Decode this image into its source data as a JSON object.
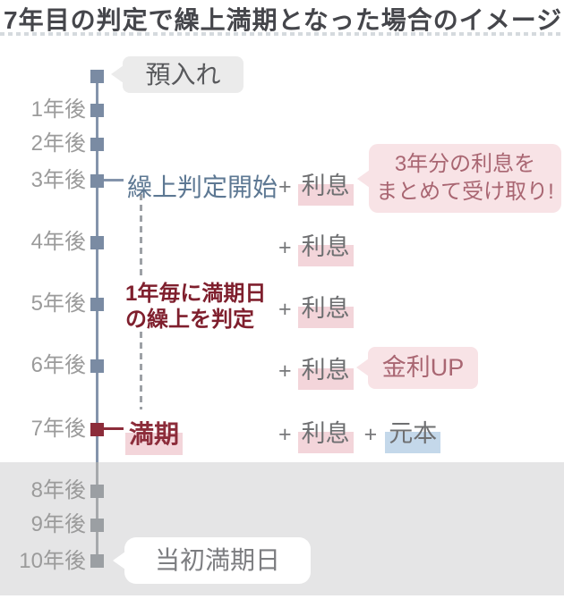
{
  "title": "7年目の判定で繰上満期となった場合のイメージ",
  "timeline": {
    "years": [
      "1年後",
      "2年後",
      "3年後",
      "4年後",
      "5年後",
      "6年後",
      "7年後",
      "8年後",
      "9年後",
      "10年後"
    ]
  },
  "events": {
    "deposit": "預入れ",
    "judgement_start": "繰上判定開始",
    "judgement_note": {
      "line1": "1年毎に満期日",
      "line2": "の繰上を判定"
    },
    "maturity": "満期",
    "original_maturity": "当初満期日"
  },
  "payouts": {
    "plus": "+",
    "interest": "利息",
    "principal": "元本"
  },
  "bubbles": {
    "interest_lump": {
      "line1": "3年分の利息を",
      "line2": "まとめて受け取り!"
    },
    "rate_up": "金利UP"
  },
  "colors": {
    "title_text": "#45464b",
    "slate": "#7a8ba3",
    "maroon": "#8c2c3a",
    "label_gray": "#9b9b9b",
    "pink_highlight": "#f3d5da",
    "blue_highlight": "#c4d8ea",
    "pink_bubble_bg": "#f8e3e6",
    "pink_bubble_text": "#a96672",
    "gray_bubble_bg": "#ebebeb",
    "panel_bg": "#e5e5e6"
  }
}
